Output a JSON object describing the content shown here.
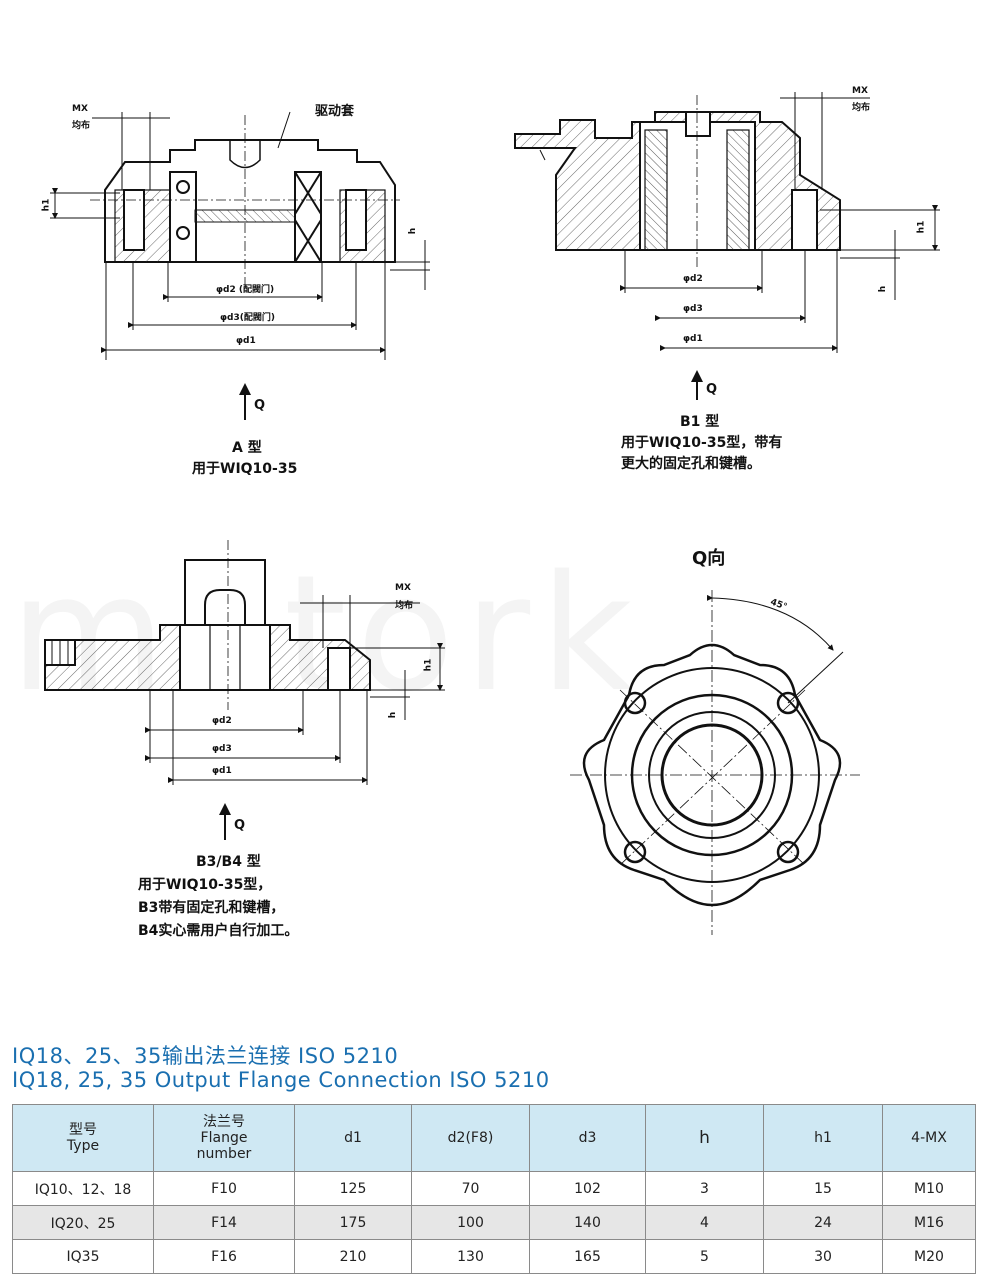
{
  "watermark": "motork",
  "drawing_a": {
    "mx_label": "MX",
    "mx_sub": "均布",
    "drive_sleeve": "驱动套",
    "h1": "h1",
    "h": "h",
    "d2": "φd2 (配閥门)",
    "d3": "φd3(配閥门)",
    "d1": "φd1",
    "arrow": "Q",
    "caption_1": "A 型",
    "caption_2": "用于WIQ10-35"
  },
  "drawing_b1": {
    "mx_label": "MX",
    "mx_sub": "均布",
    "h1": "h1",
    "h": "h",
    "d2": "φd2",
    "d3": "φd3",
    "d1": "φd1",
    "arrow": "Q",
    "caption_1": "B1 型",
    "caption_2": "用于WIQ10-35型，带有",
    "caption_3": "更大的固定孔和键槽。"
  },
  "drawing_b3": {
    "mx_label": "MX",
    "mx_sub": "均布",
    "h1": "h1",
    "h": "h",
    "d2": "φd2",
    "d3": "φd3",
    "d1": "φd1",
    "arrow": "Q",
    "caption_1": "B3/B4 型",
    "caption_2": "用于WIQ10-35型，",
    "caption_3": "B3带有固定孔和键槽，",
    "caption_4": "B4实心需用户自行加工。"
  },
  "drawing_q": {
    "title": "Q向",
    "angle": "45°"
  },
  "section": {
    "title_cn": "IQ18、25、35输出法兰连接 ISO 5210",
    "title_en": "IQ18, 25, 35 Output Flange Connection ISO 5210"
  },
  "table": {
    "headers": [
      {
        "cn": "型号",
        "en": "Type"
      },
      {
        "cn": "法兰号",
        "en": "Flange",
        "en2": "number"
      },
      {
        "en": "d1"
      },
      {
        "en": "d2(F8)"
      },
      {
        "en": "d3"
      },
      {
        "en": "h"
      },
      {
        "en": "h1"
      },
      {
        "en": "4-MX"
      }
    ],
    "rows": [
      [
        "IQ10、12、18",
        "F10",
        "125",
        "70",
        "102",
        "3",
        "15",
        "M10"
      ],
      [
        "IQ20、25",
        "F14",
        "175",
        "100",
        "140",
        "4",
        "24",
        "M16"
      ],
      [
        "IQ35",
        "F16",
        "210",
        "130",
        "165",
        "5",
        "30",
        "M20"
      ]
    ]
  }
}
